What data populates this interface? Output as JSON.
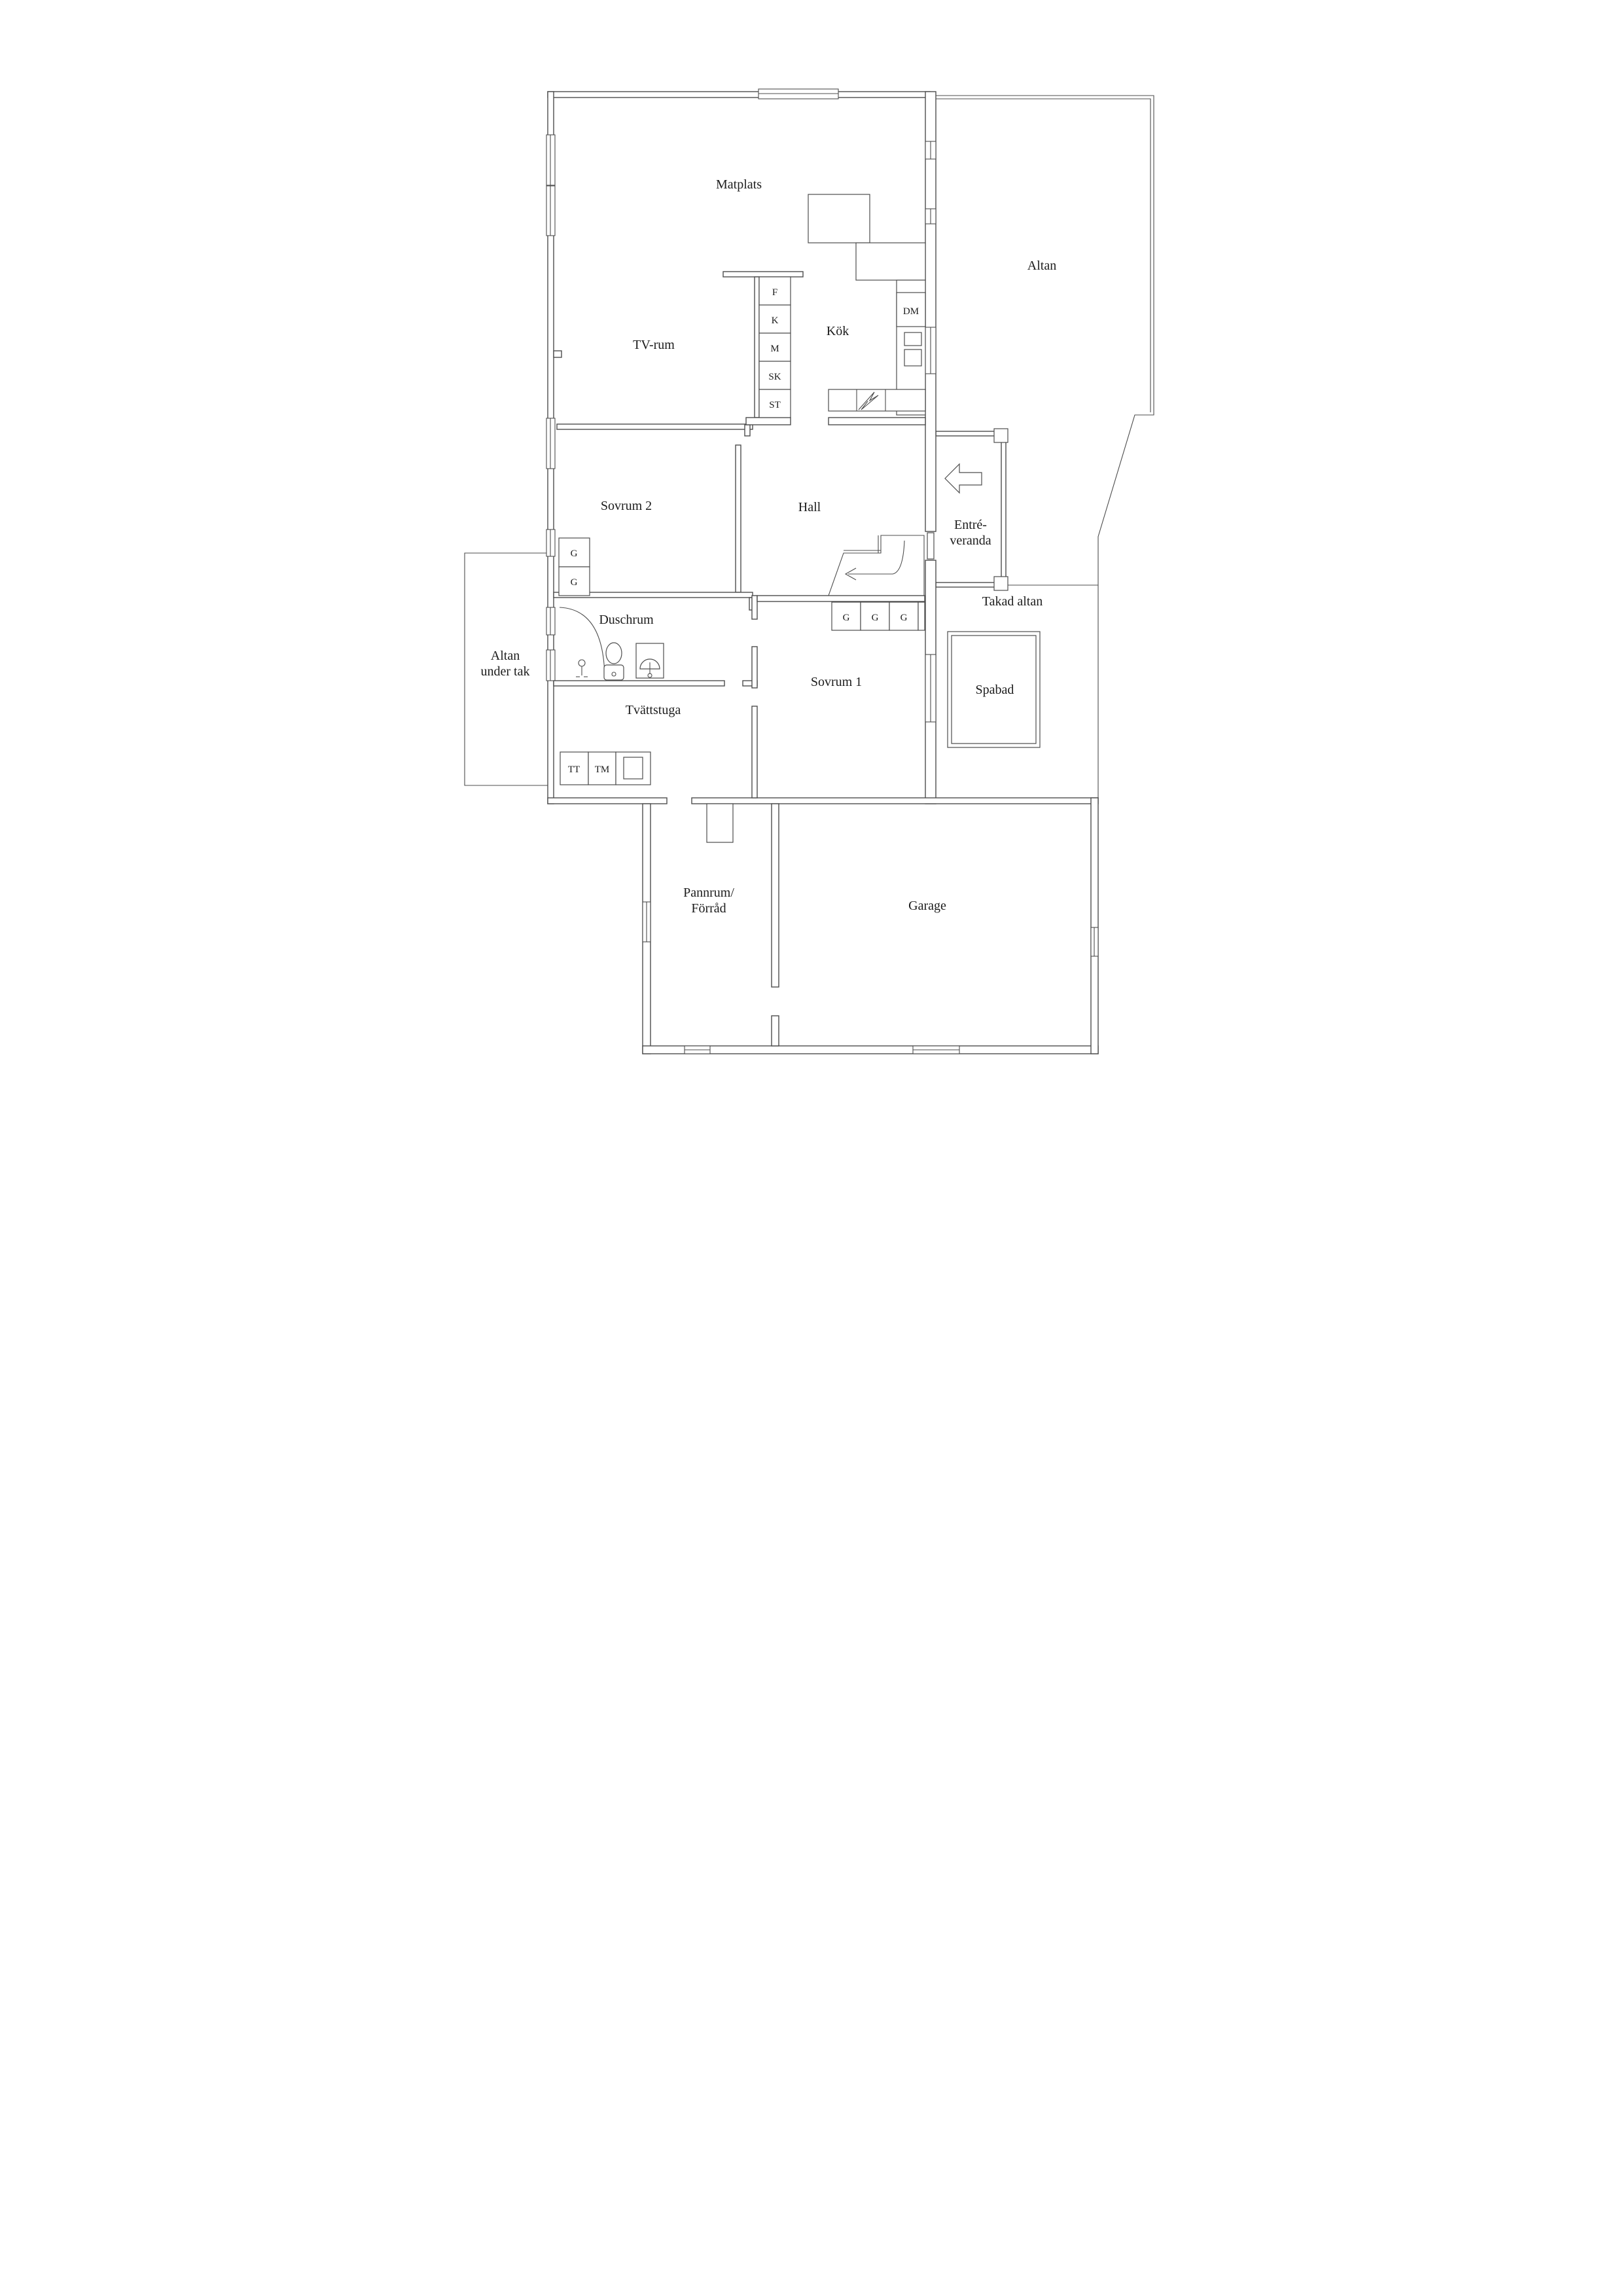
{
  "meta": {
    "type": "floor-plan",
    "language": "sv"
  },
  "colors": {
    "line": "#4d4d4d",
    "text": "#1c1c1c",
    "background": "#ffffff"
  },
  "rooms": {
    "matplats": "Matplats",
    "tvrum": "TV-rum",
    "kok": "Kök",
    "altan": "Altan",
    "sovrum2": "Sovrum 2",
    "hall": "Hall",
    "entre_line1": "Entré-",
    "entre_line2": "veranda",
    "duschrum": "Duschrum",
    "altan_under_tak_line1": "Altan",
    "altan_under_tak_line2": "under tak",
    "tvattstuga": "Tvättstuga",
    "sovrum1": "Sovrum 1",
    "takad_altan": "Takad altan",
    "spabad": "Spabad",
    "pannrum_line1": "Pannrum/",
    "pannrum_line2": "Förråd",
    "garage": "Garage"
  },
  "cabinets": {
    "f": "F",
    "k": "K",
    "m": "M",
    "sk": "SK",
    "st": "ST",
    "dm": "DM"
  },
  "wardrobes": {
    "g1": "G",
    "g2": "G",
    "g3": "G",
    "g4": "G",
    "g5": "G"
  },
  "laundry": {
    "tt": "TT",
    "tm": "TM"
  }
}
